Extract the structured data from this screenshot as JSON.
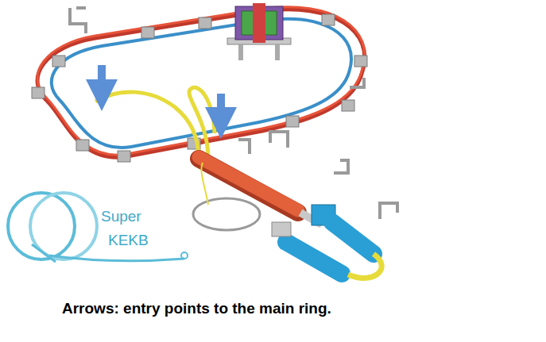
{
  "diagram": {
    "caption": "Arrows: entry points to the main ring.",
    "labels": [
      "Super",
      "KEKB"
    ]
  }
}
